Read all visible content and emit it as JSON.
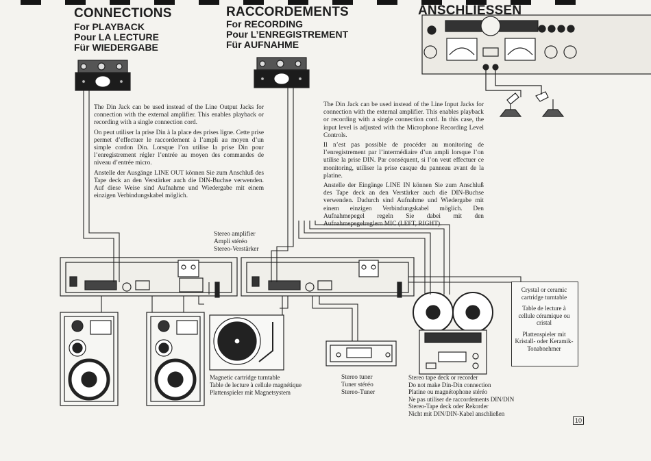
{
  "headings": {
    "connections": "CONNECTIONS",
    "raccordements": "RACCORDEMENTS",
    "anschliessen": "ANSCHLIESSEN",
    "for_playback": "For PLAYBACK",
    "pour_lecture": "Pour LA LECTURE",
    "fur_wiedergabe": "Für WIEDERGABE",
    "for_recording": "For RECORDING",
    "pour_enregistrement": "Pour L’ENREGISTREMENT",
    "fur_aufnahme": "Für AUFNAHME"
  },
  "playback_text": {
    "en": "The Din Jack can be used instead of the Line Output Jacks for connection with the external amplifier. This enables playback or recording with a single connection cord.",
    "fr": "On peut utiliser la prise Din à la place des prises ligne. Cette prise permet d’effectuer le raccordement à l’ampli au moyen d’un simple cordon Din. Lorsque l’on utilise la prise Din pour l’enregistrement régler l’entrée au moyen des commandes de niveau d’entrée micro.",
    "de": "Anstelle der Ausgänge LINE OUT können Sie zum Anschluß des Tape deck an den Verstärker auch die DIN-Buchse verwenden. Auf diese Weise sind Aufnahme und Wiedergabe mit einem einzigen Verbindungskabel möglich."
  },
  "recording_text": {
    "en": "The Din Jack can be used instead of the Line Input Jacks for connection with the external amplifier. This enables playback or recording with a single connection cord. In this case, the input level is adjusted with the Microphone Recording Level Controls.",
    "fr": "Il n’est pas possible de procéder au monitoring de l’enregistrement par l’intermédiaire d’un ampli lorsque l’on utilise la prise DIN. Par conséquent, si l’on veut effectuer ce monitoring, utiliser la prise casque du panneau avant de la platine.",
    "de": "Anstelle der Eingänge LINE IN können Sie zum Anschluß des Tape deck an den Verstärker auch die DIN-Buchse verwenden. Dadurch sind Aufnahme und Wiedergabe mit einem einzigen Verbindungskabel möglich. Den Aufnahmepegel regeln Sie dabei mit den Aufnahmepegelreglern MIC (LEFT, RIGHT)."
  },
  "labels": {
    "amplifier": [
      "Stereo amplifier",
      "Ampli stéréo",
      "Stereo-Verstärker"
    ],
    "magnetic_turntable": [
      "Magnetic cartridge turntable",
      "Table de lecture à cellule magnétique",
      "Plattenspieler mit Magnetsystem"
    ],
    "tuner": [
      "Stereo tuner",
      "Tuner stéréo",
      "Stereo-Tuner"
    ],
    "tape_deck": [
      "Stereo tape deck or recorder",
      "Do not make Din-Din connection",
      "Platine ou magnétophone stéréo",
      "Ne pas utiliser de raccordements DIN/DIN",
      "Stereo-Tape deck oder Rekorder",
      "Nicht mit DIN/DIN-Kabel anschließen"
    ],
    "crystal_turntable": [
      "Crystal or ceramic cartridge turntable",
      "Table de lecture à cellule céramique ou cristal",
      "Plattenspieler mit Kristall- oder Keramik-Tonabnehmer"
    ]
  },
  "page_number": "10"
}
